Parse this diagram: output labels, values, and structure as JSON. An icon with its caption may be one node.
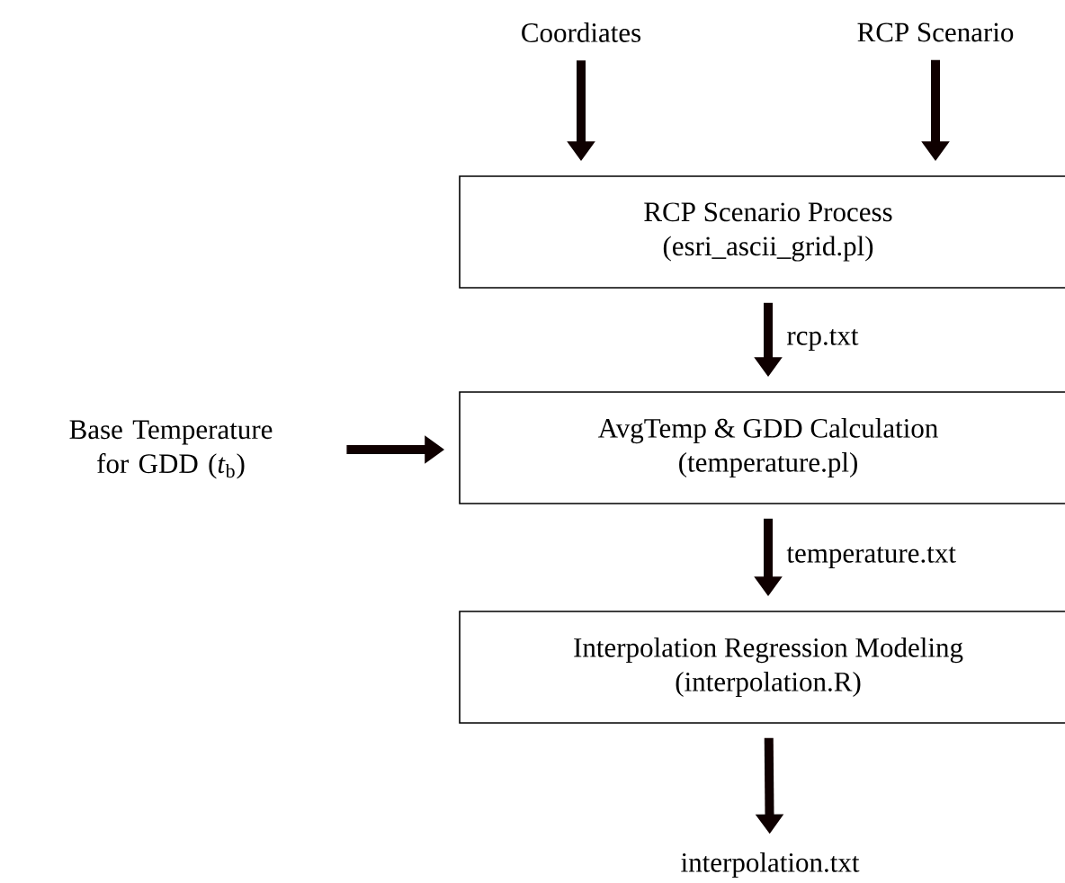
{
  "diagram": {
    "nodes": [
      {
        "text": [
          "Coordiates"
        ]
      },
      {
        "text": [
          "RCP Scenario"
        ]
      },
      {
        "text": [
          "RCP Scenario Process",
          "(esri_ascii_grid.pl)"
        ]
      },
      {
        "text": [
          "Base Temperature for GDD (*t*$_{b}$)"
        ]
      },
      {
        "text": [
          "AvgTemp & GDD Calculation",
          "(temperature.pl)"
        ]
      },
      {
        "text": [
          "Interpolation Regression Modeling",
          "(interpolation.R)"
        ]
      },
      {
        "text": [
          "interpolation.txt"
        ]
      }
    ],
    "edges": [
      {
        "from": 0,
        "to": 2,
        "arrow": "to"
      },
      {
        "from": 1,
        "to": 2,
        "arrow": "to"
      },
      {
        "from": 2,
        "to": 4,
        "arrow": "to",
        "label": "rcp.txt"
      },
      {
        "from": 3,
        "to": 4,
        "arrow": "to"
      },
      {
        "from": 4,
        "to": 5,
        "arrow": "to",
        "label": "temperature.txt"
      },
      {
        "from": 5,
        "to": 6,
        "arrow": "to"
      }
    ]
  }
}
